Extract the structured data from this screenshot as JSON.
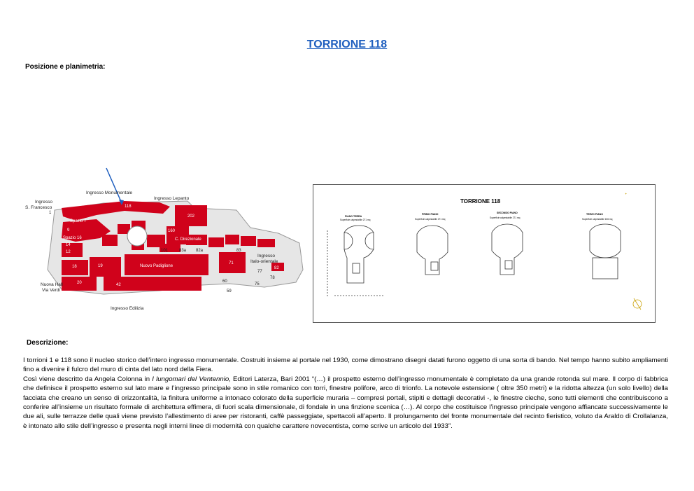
{
  "title": "TORRIONE 118",
  "section_position": "Posizione e planimetria:",
  "section_description": "Descrizione:",
  "map": {
    "labels": {
      "ingresso_monumentale": "Ingresso Monumentale",
      "ingresso_lepanto": "Ingresso Lepanto",
      "ingresso_sf_1": "Ingresso",
      "ingresso_sf_2": "S. Francesco",
      "spazio7": "Spazio 7",
      "spazio16": "Spazio 16",
      "direzionale": "C. Direzionale",
      "nuovo_padiglione": "Nuovo Padiglione",
      "ingresso_io_1": "Ingresso",
      "ingresso_io_2": "Italo-orientale",
      "nuova_hall_1": "Nuova Hall",
      "nuova_hall_2": "Via Verdi",
      "ingresso_edilizia": "Ingresso Edilizia"
    },
    "numbers": {
      "n202": "202",
      "n160": "160",
      "n101": "101",
      "n83a": "83a",
      "n82a": "82a",
      "n83": "83",
      "n71": "71",
      "n77": "77",
      "n78": "78",
      "n82": "82",
      "n60": "60",
      "n75": "75",
      "n59": "59",
      "n42": "42",
      "n18": "18",
      "n20": "20",
      "n19": "19",
      "n14": "14",
      "n12": "12",
      "n9": "9",
      "n118": "118",
      "n1": "1"
    }
  },
  "plan": {
    "title": "TORRIONE 118",
    "floors": [
      {
        "name": "PIANO TERRA",
        "area": "Superficie calpestabile 271 mq"
      },
      {
        "name": "PRIMO PIANO",
        "area": "Superficie calpestabile 271 mq"
      },
      {
        "name": "SECONDO PIANO",
        "area": "Superficie calpestabile 271 mq"
      },
      {
        "name": "TERZO PIANO",
        "area": "Superficie calpestabile 156 mq"
      }
    ]
  },
  "description": {
    "p1": "I torrioni 1 e 118 sono il nucleo storico dell’intero ingresso monumentale. Costruiti insieme al portale nel 1930, come dimostrano disegni datati furono oggetto di una sorta di bando. Nel tempo hanno subito ampliamenti fino a divenire il fulcro del muro di cinta del lato nord della Fiera.",
    "p2_a": "Così viene descritto da Angela Colonna in ",
    "p2_italic": "I lungomari del Ventennio",
    "p2_b": ", Editori Laterza, Bari 2001 “(…) il prospetto esterno dell’ingresso monumentale è completato da una grande rotonda sul mare. Il corpo di fabbrica che definisce il prospetto esterno sul lato mare e l’ingresso principale sono in stile romanico con torri, finestre polifore, arco di trionfo. La notevole estensione ( oltre 350 metri) e la ridotta altezza (un solo livello) della facciata che creano un senso di orizzontalità, la finitura uniforme a intonaco colorato della superficie muraria – compresi portali, stipiti e dettagli decorativi -, le finestre cieche, sono tutti elementi che contribuiscono a conferire all’insieme un risultato formale di architettura effimera, di fuori scala dimensionale, di fondale in una finzione scenica (…). Al corpo che costituisce l’ingresso principale vengono affiancate successivamente le due ali, sulle terrazze delle quali viene previsto l’allestimento di aree per ristoranti, caffè passeggiate, spettacoli all’aperto. Il prolungamento del fronte monumentale del recinto fieristico, voluto da Araldo di Crollalanza, è intonato allo stile dell’ingresso e presenta negli interni linee di modernità con qualche carattere novecentista, come scrive un articolo del 1933”."
  }
}
